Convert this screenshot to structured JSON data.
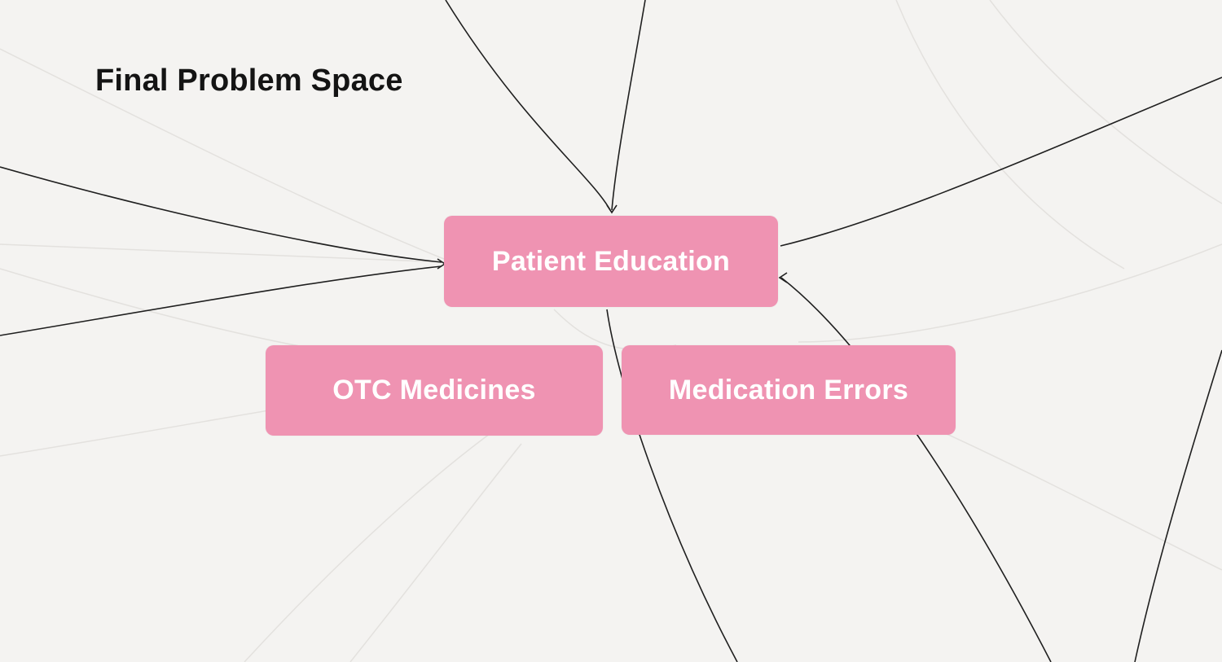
{
  "title": "Final Problem Space",
  "nodes": [
    {
      "id": "patient-education",
      "label": "Patient Education"
    },
    {
      "id": "otc-medicines",
      "label": "OTC Medicines"
    },
    {
      "id": "medication-errors",
      "label": "Medication Errors"
    }
  ],
  "colors": {
    "background": "#f4f3f1",
    "node_fill": "#ef93b2",
    "node_text": "#ffffff",
    "connector_dark": "#1f1f1f",
    "connector_faint": "#e3e1de",
    "title_text": "#141414"
  }
}
